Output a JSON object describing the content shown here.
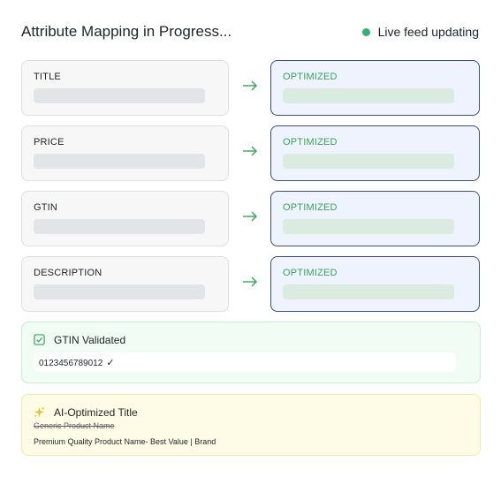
{
  "header": {
    "title": "Attribute Mapping in Progress...",
    "status": "Live feed updating",
    "status_color": "#34b36a"
  },
  "mappings": [
    {
      "source": "TITLE",
      "target": "OPTIMIZED"
    },
    {
      "source": "PRICE",
      "target": "OPTIMIZED"
    },
    {
      "source": "GTIN",
      "target": "OPTIMIZED"
    },
    {
      "source": "DESCRIPTION",
      "target": "OPTIMIZED"
    }
  ],
  "gtin_panel": {
    "title": "GTIN Validated",
    "icon": "check-square-icon",
    "value": "0123456789012",
    "check": "✓"
  },
  "ai_panel": {
    "title": "AI-Optimized Title",
    "icon": "sparkle-icon",
    "original": "Generic Product Name",
    "optimized": "Premium Quality Product Name- Best Value | Brand"
  },
  "colors": {
    "accent_green": "#3aa25c",
    "target_border": "#3c4c84"
  }
}
